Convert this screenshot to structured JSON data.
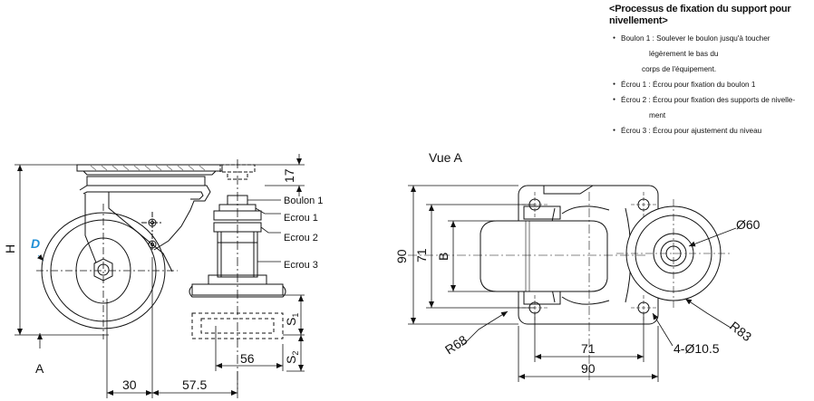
{
  "process": {
    "title_line1": "<Processus de fixation du support pour",
    "title_line2": "nivellement>",
    "items": [
      {
        "text": "Boulon 1 : Soulever le boulon jusqu'à toucher",
        "cont": [
          "légèrement le bas du",
          "corps de l'équipement."
        ]
      },
      {
        "text": "Écrou 1 : Écrou pour fixation du boulon 1",
        "cont": []
      },
      {
        "text": "Écrou 2 : Écrou pour fixation des supports de nivelle-",
        "cont": [
          "ment"
        ]
      },
      {
        "text": "Écrou 3 : Écrou pour ajustement du niveau",
        "cont": []
      }
    ]
  },
  "side_view": {
    "callouts": {
      "boulon1": "Boulon 1",
      "ecrou1": "Ecrou 1",
      "ecrou2": "Ecrou 2",
      "ecrou3": "Ecrou 3"
    },
    "dims": {
      "d17": "17",
      "d56": "56",
      "d30": "30",
      "d575": "57.5",
      "h": "H",
      "d": "D",
      "a": "A",
      "s1": "S",
      "s1_sub": "1",
      "s2": "S",
      "s2_sub": "2"
    }
  },
  "view_a": {
    "title": "Vue A",
    "dims": {
      "d90v": "90",
      "d71v": "71",
      "b": "B",
      "d60": "Ø60",
      "r68": "R68",
      "r83": "R83",
      "d71h": "71",
      "d90h": "90",
      "holes": "4-Ø10.5"
    }
  },
  "colors": {
    "line": "#111111",
    "accent": "#1f8fd6",
    "hatch": "#888888"
  }
}
